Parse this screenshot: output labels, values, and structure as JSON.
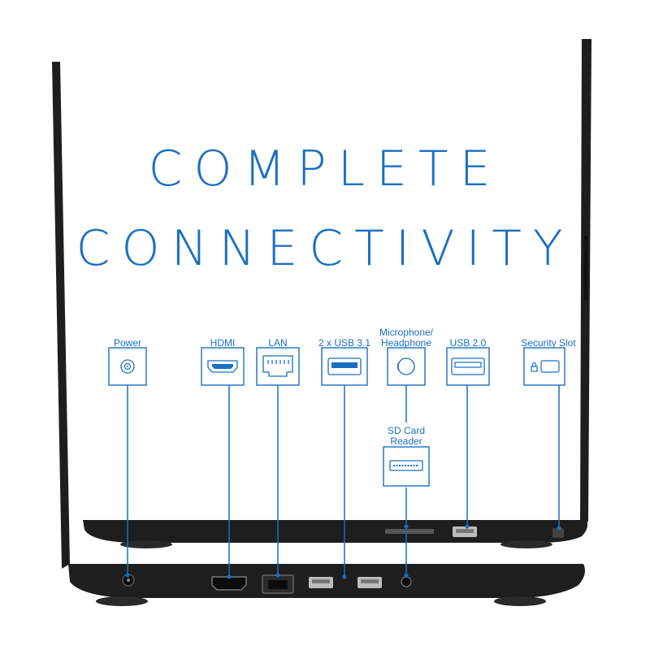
{
  "headline": {
    "line1": "COMPLETE",
    "line2": "CONNECTIVITY"
  },
  "accent_color": "#1a6fc0",
  "laptop_color": "#1e1e1e",
  "ports": [
    {
      "id": "power",
      "label": "Power",
      "icon": "power-port-icon"
    },
    {
      "id": "hdmi",
      "label": "HDMI",
      "icon": "hdmi-port-icon"
    },
    {
      "id": "lan",
      "label": "LAN",
      "icon": "lan-port-icon"
    },
    {
      "id": "usb31",
      "label": "2 x USB 3.1",
      "icon": "usb-port-icon"
    },
    {
      "id": "audio",
      "label_line1": "Microphone/",
      "label_line2": "Headphone",
      "icon": "audio-jack-icon"
    },
    {
      "id": "usb20",
      "label": "USB 2.0",
      "icon": "usb-port-icon"
    },
    {
      "id": "security",
      "label": "Security Slot",
      "icon": "lock-slot-icon"
    },
    {
      "id": "sd",
      "label_line1": "SD Card",
      "label_line2": "Reader",
      "icon": "sd-card-slot-icon"
    }
  ]
}
